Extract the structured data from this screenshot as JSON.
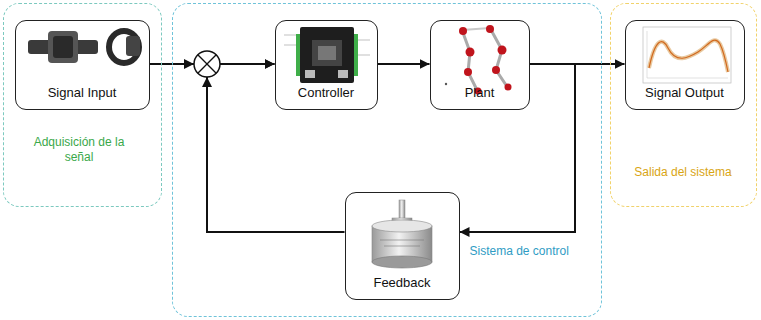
{
  "diagram": {
    "nodes": [
      {
        "text": [
          "Adquisición de la señal"
        ]
      },
      {
        "text": [
          "Signal Input"
        ],
        "in": 0
      },
      {
        "text": [
          "Sistema de control"
        ]
      },
      {
        "text": [
          "Controller"
        ],
        "in": 2
      },
      {
        "text": [
          "Plant"
        ],
        "in": 2
      },
      {
        "text": [
          "Feedback"
        ],
        "in": 2
      },
      {
        "text": [
          "Salida del sistema"
        ]
      },
      {
        "text": [
          "Signal Output"
        ],
        "in": 6
      }
    ],
    "edges": [
      {
        "from": 1,
        "to": 3,
        "arrow": "to"
      },
      {
        "from": 3,
        "to": 4,
        "arrow": "to"
      },
      {
        "from": 4,
        "to": 7,
        "arrow": "to"
      },
      {
        "from": 4,
        "to": 5,
        "arrow": "to"
      },
      {
        "from": 5,
        "to": 3,
        "arrow": "to"
      }
    ]
  }
}
